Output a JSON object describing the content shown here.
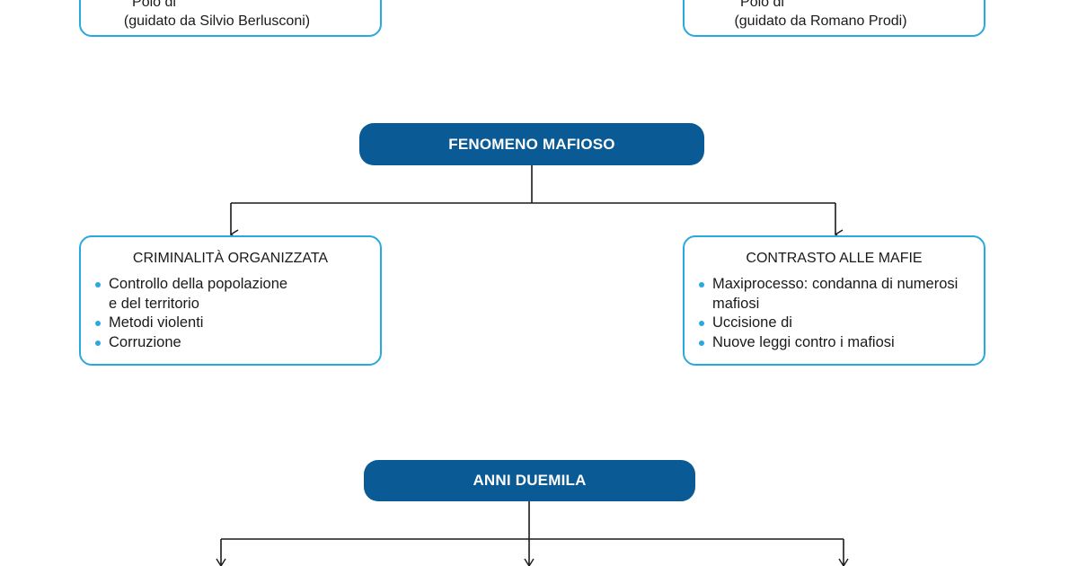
{
  "top_boxes": {
    "left": {
      "line1": "Polo di",
      "line2": "(guidato da Silvio Berlusconi)"
    },
    "right": {
      "line1": "Polo di",
      "line2": "(guidato da Romano Prodi)"
    }
  },
  "section_mafia": {
    "title": "FENOMENO MAFIOSO",
    "left": {
      "heading": "CRIMINALITÀ ORGANIZZATA",
      "items": [
        {
          "l1": "Controllo della popolazione",
          "l2": "e del territorio"
        },
        {
          "l1": "Metodi violenti"
        },
        {
          "l1": "Corruzione"
        }
      ]
    },
    "right": {
      "heading": "CONTRASTO ALLE MAFIE",
      "items": [
        {
          "l1": "Maxiprocesso: condanna di numerosi",
          "l2": "mafiosi"
        },
        {
          "l1": "Uccisione di"
        },
        {
          "l1": "Nuove leggi contro i mafiosi"
        }
      ]
    }
  },
  "section_2000": {
    "title": "ANNI DUEMILA"
  },
  "colors": {
    "pill": "#0a5a96",
    "border": "#29a9e0",
    "line": "#1a1a1a"
  }
}
